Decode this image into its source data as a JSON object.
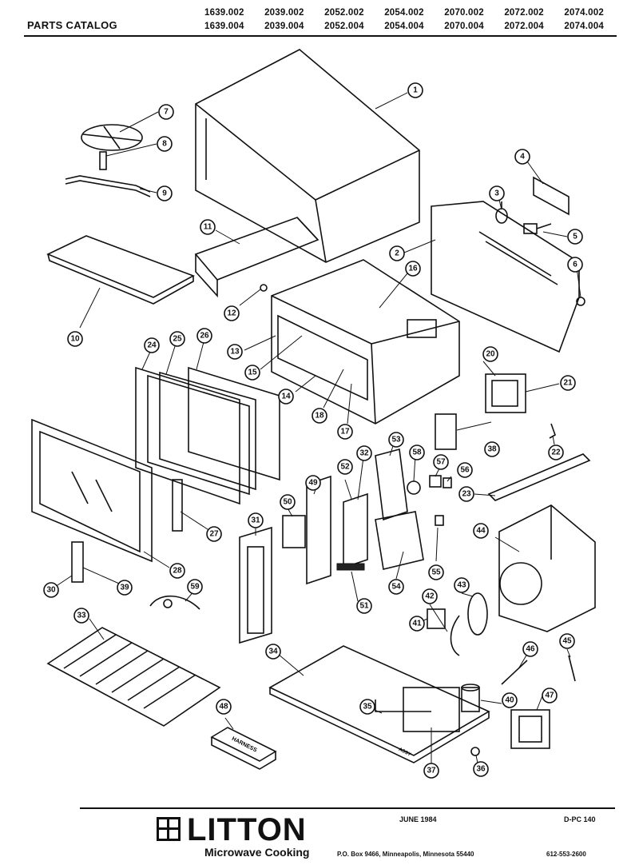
{
  "header": {
    "title": "PARTS CATALOG",
    "models_row1": [
      "1639.002",
      "2039.002",
      "2052.002",
      "2054.002",
      "2070.002",
      "2072.002",
      "2074.002"
    ],
    "models_row2": [
      "1639.004",
      "2039.004",
      "2052.004",
      "2054.004",
      "2070.004",
      "2072.004",
      "2074.004"
    ]
  },
  "diagram": {
    "callouts": [
      "1",
      "2",
      "3",
      "4",
      "5",
      "6",
      "7",
      "8",
      "9",
      "10",
      "11",
      "12",
      "13",
      "14",
      "15",
      "16",
      "17",
      "18",
      "20",
      "21",
      "22",
      "23",
      "24",
      "25",
      "26",
      "27",
      "28",
      "30",
      "31",
      "32",
      "33",
      "34",
      "35",
      "36",
      "37",
      "38",
      "39",
      "40",
      "41",
      "42",
      "43",
      "44",
      "45",
      "46",
      "47",
      "48",
      "49",
      "50",
      "51",
      "52",
      "53",
      "54",
      "55",
      "56",
      "57",
      "58",
      "59"
    ],
    "part_labels": {
      "harness": "HARNESS",
      "panel": "ASSY"
    }
  },
  "footer": {
    "brand": "LITTON",
    "brand_sub": "Microwave Cooking",
    "date": "JUNE 1984",
    "doc_code": "D-PC 140",
    "address": "P.O. Box 9466, Minneapolis, Minnesota 55440",
    "phone": "612-553-2600"
  }
}
